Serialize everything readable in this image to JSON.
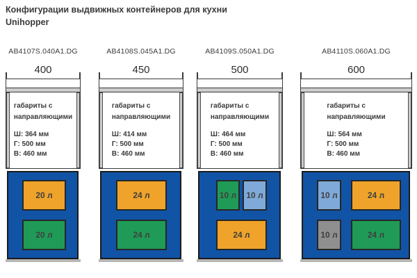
{
  "title": {
    "line1": "Конфигурации выдвижных контейнеров для кухни",
    "line2": "Unihopper"
  },
  "colors": {
    "orange": "#efa32a",
    "green": "#1f9b57",
    "light_blue": "#7fa9d9",
    "gray": "#8f8f8f",
    "frame_blue": "#1154a6"
  },
  "columns": [
    {
      "code": "AB4107S.040A1.DG",
      "width_mm": "400",
      "spec": {
        "title_line1": "габариты с",
        "title_line2": "направляющими",
        "width": "Ш: 364 мм",
        "depth": "Г: 500 мм",
        "height": "В: 460 мм"
      },
      "containers": [
        {
          "label": "20 л",
          "color": "orange"
        },
        {
          "label": "20 л",
          "color": "green"
        }
      ]
    },
    {
      "code": "AB4108S.045A1.DG",
      "width_mm": "450",
      "spec": {
        "title_line1": "габариты с",
        "title_line2": "направляющими",
        "width": "Ш: 414 мм",
        "depth": "Г: 500 мм",
        "height": "В: 460 мм"
      },
      "containers": [
        {
          "label": "24 л",
          "color": "orange"
        },
        {
          "label": "24 л",
          "color": "green"
        }
      ]
    },
    {
      "code": "AB4109S.050A1.DG",
      "width_mm": "500",
      "spec": {
        "title_line1": "габариты с",
        "title_line2": "направляющими",
        "width": "Ш: 464 мм",
        "depth": "Г: 500 мм",
        "height": "В: 460 мм"
      },
      "containers": [
        {
          "label": "10 л",
          "color": "green"
        },
        {
          "label": "10 л",
          "color": "light_blue"
        },
        {
          "label": "24 л",
          "color": "orange"
        }
      ]
    },
    {
      "code": "AB4110S.060A1.DG",
      "width_mm": "600",
      "spec": {
        "title_line1": "габариты с",
        "title_line2": "направляющими",
        "width": "Ш: 564 мм",
        "depth": "Г: 500 мм",
        "height": "В: 460 мм"
      },
      "containers": [
        {
          "label": "10 л",
          "color": "light_blue"
        },
        {
          "label": "24 л",
          "color": "orange"
        },
        {
          "label": "10 л",
          "color": "gray"
        },
        {
          "label": "24 л",
          "color": "green"
        }
      ]
    }
  ]
}
